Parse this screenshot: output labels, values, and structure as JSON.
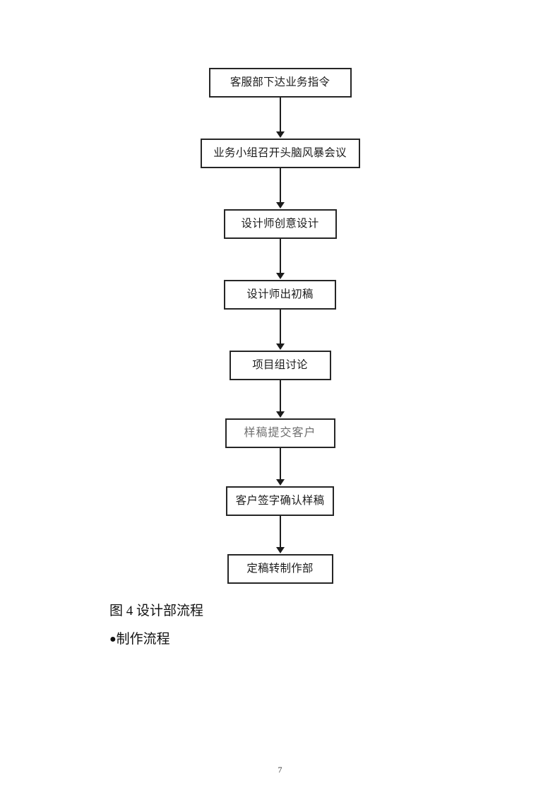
{
  "document": {
    "page_number": "7",
    "background_color": "#ffffff",
    "text_color": "#1a1a1a"
  },
  "flowchart": {
    "border_color": "#262626",
    "arrow_color": "#1c1c1c",
    "nodes": [
      {
        "label": "客服部下达业务指令",
        "style": "normal"
      },
      {
        "label": "业务小组召开头脑风暴会议",
        "style": "normal"
      },
      {
        "label": "设计师创意设计",
        "style": "normal"
      },
      {
        "label": "设计师出初稿",
        "style": "normal"
      },
      {
        "label": "项目组讨论",
        "style": "normal"
      },
      {
        "label": "样稿提交客户",
        "style": "faded"
      },
      {
        "label": "客户签字确认样稿",
        "style": "normal"
      },
      {
        "label": "定稿转制作部",
        "style": "normal"
      }
    ]
  },
  "body": {
    "figure_caption": "图 4 设计部流程",
    "bullet_marker": "●",
    "bullet_text": "制作流程"
  }
}
